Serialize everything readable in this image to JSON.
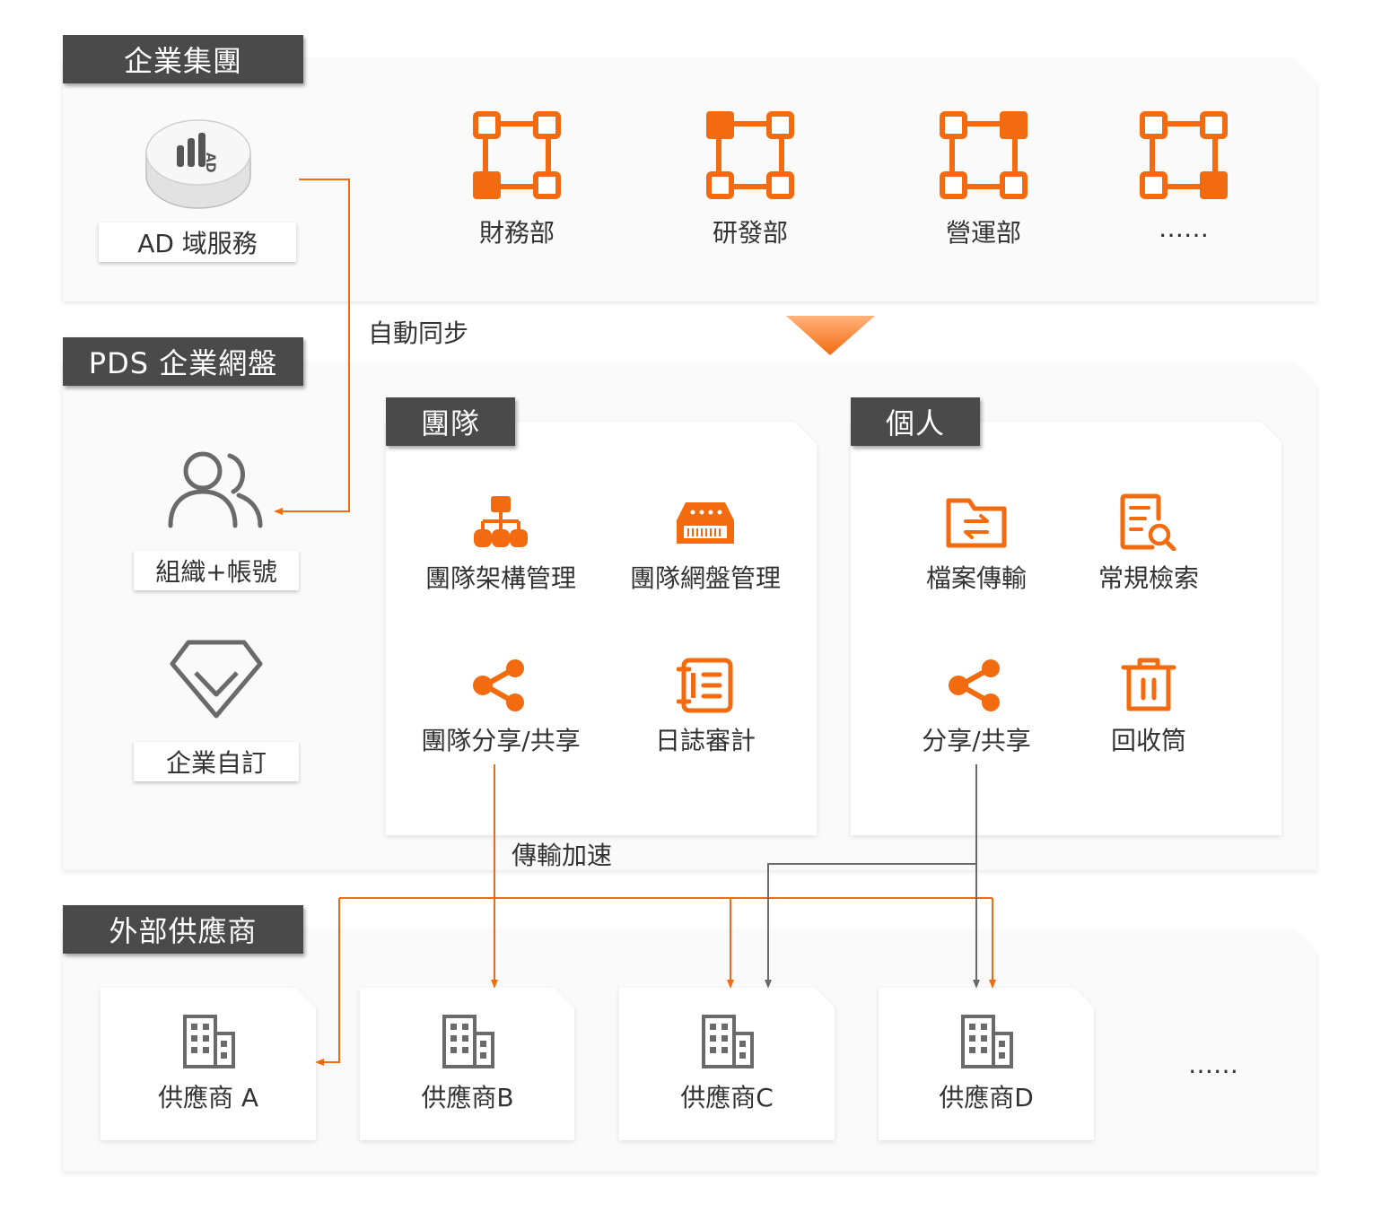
{
  "colors": {
    "accent": "#f26b10",
    "header_bg": "#4a4a4a",
    "panel_bg": "#fafafa",
    "icon_gray": "#6a6a6a"
  },
  "enterprise": {
    "title": "企業集團",
    "ad_label": "AD 域服務",
    "departments": [
      {
        "label": "財務部",
        "icon": "org-network-icon"
      },
      {
        "label": "研發部",
        "icon": "org-network-icon"
      },
      {
        "label": "營運部",
        "icon": "org-network-icon"
      },
      {
        "label": "……",
        "icon": "org-network-icon"
      }
    ]
  },
  "sync_label": "自動同步",
  "pds": {
    "title": "PDS 企業網盤",
    "org_account_label": "組織+帳號",
    "custom_label": "企業自訂",
    "team": {
      "title": "團隊",
      "items": [
        {
          "label": "團隊架構管理",
          "icon": "org-chart-icon"
        },
        {
          "label": "團隊網盤管理",
          "icon": "storage-icon"
        },
        {
          "label": "團隊分享/共享",
          "icon": "share-icon"
        },
        {
          "label": "日誌審計",
          "icon": "log-icon"
        }
      ]
    },
    "personal": {
      "title": "個人",
      "items": [
        {
          "label": "檔案傳輸",
          "icon": "folder-transfer-icon"
        },
        {
          "label": "常規檢索",
          "icon": "search-doc-icon"
        },
        {
          "label": "分享/共享",
          "icon": "share-icon"
        },
        {
          "label": "回收筒",
          "icon": "trash-icon"
        }
      ]
    }
  },
  "accel_label": "傳輸加速",
  "suppliers": {
    "title": "外部供應商",
    "items": [
      {
        "label": "供應商 A",
        "icon": "building-icon"
      },
      {
        "label": "供應商B",
        "icon": "building-icon"
      },
      {
        "label": "供應商C",
        "icon": "building-icon"
      },
      {
        "label": "供應商D",
        "icon": "building-icon"
      }
    ],
    "more": "……"
  }
}
